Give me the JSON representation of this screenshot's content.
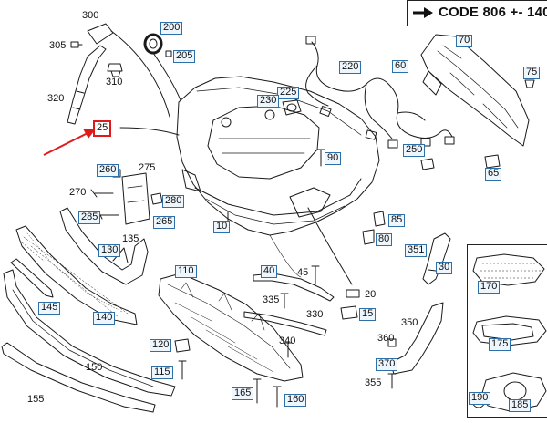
{
  "diagram": {
    "code_label": "CODE 806 +- 140",
    "highlight_color": "#e01a1a",
    "callout_box_color": "#2f6fa8",
    "highlighted_part": "25",
    "callouts": {
      "c300": "300",
      "c305": "305",
      "c320": "320",
      "c310": "310",
      "c25": "25",
      "c200": "200",
      "c205": "205",
      "c70": "70",
      "c60": "60",
      "c75": "75",
      "c220": "220",
      "c225": "225",
      "c230": "230",
      "c250": "250",
      "c90": "90",
      "c65": "65",
      "c260": "260",
      "c275": "275",
      "c270": "270",
      "c280": "280",
      "c285": "285",
      "c265": "265",
      "c10": "10",
      "c85": "85",
      "c80": "80",
      "c351": "351",
      "c30": "30",
      "c135": "135",
      "c130": "130",
      "c110": "110",
      "c40": "40",
      "c45": "45",
      "c20": "20",
      "c335": "335",
      "c330": "330",
      "c15": "15",
      "c145": "145",
      "c140": "140",
      "c350": "350",
      "c360": "360",
      "c340": "340",
      "c120": "120",
      "c150": "150",
      "c115": "115",
      "c370": "370",
      "c355": "355",
      "c165": "165",
      "c160": "160",
      "c155": "155",
      "c170": "170",
      "c175": "175",
      "c190": "190",
      "c185": "185"
    }
  }
}
